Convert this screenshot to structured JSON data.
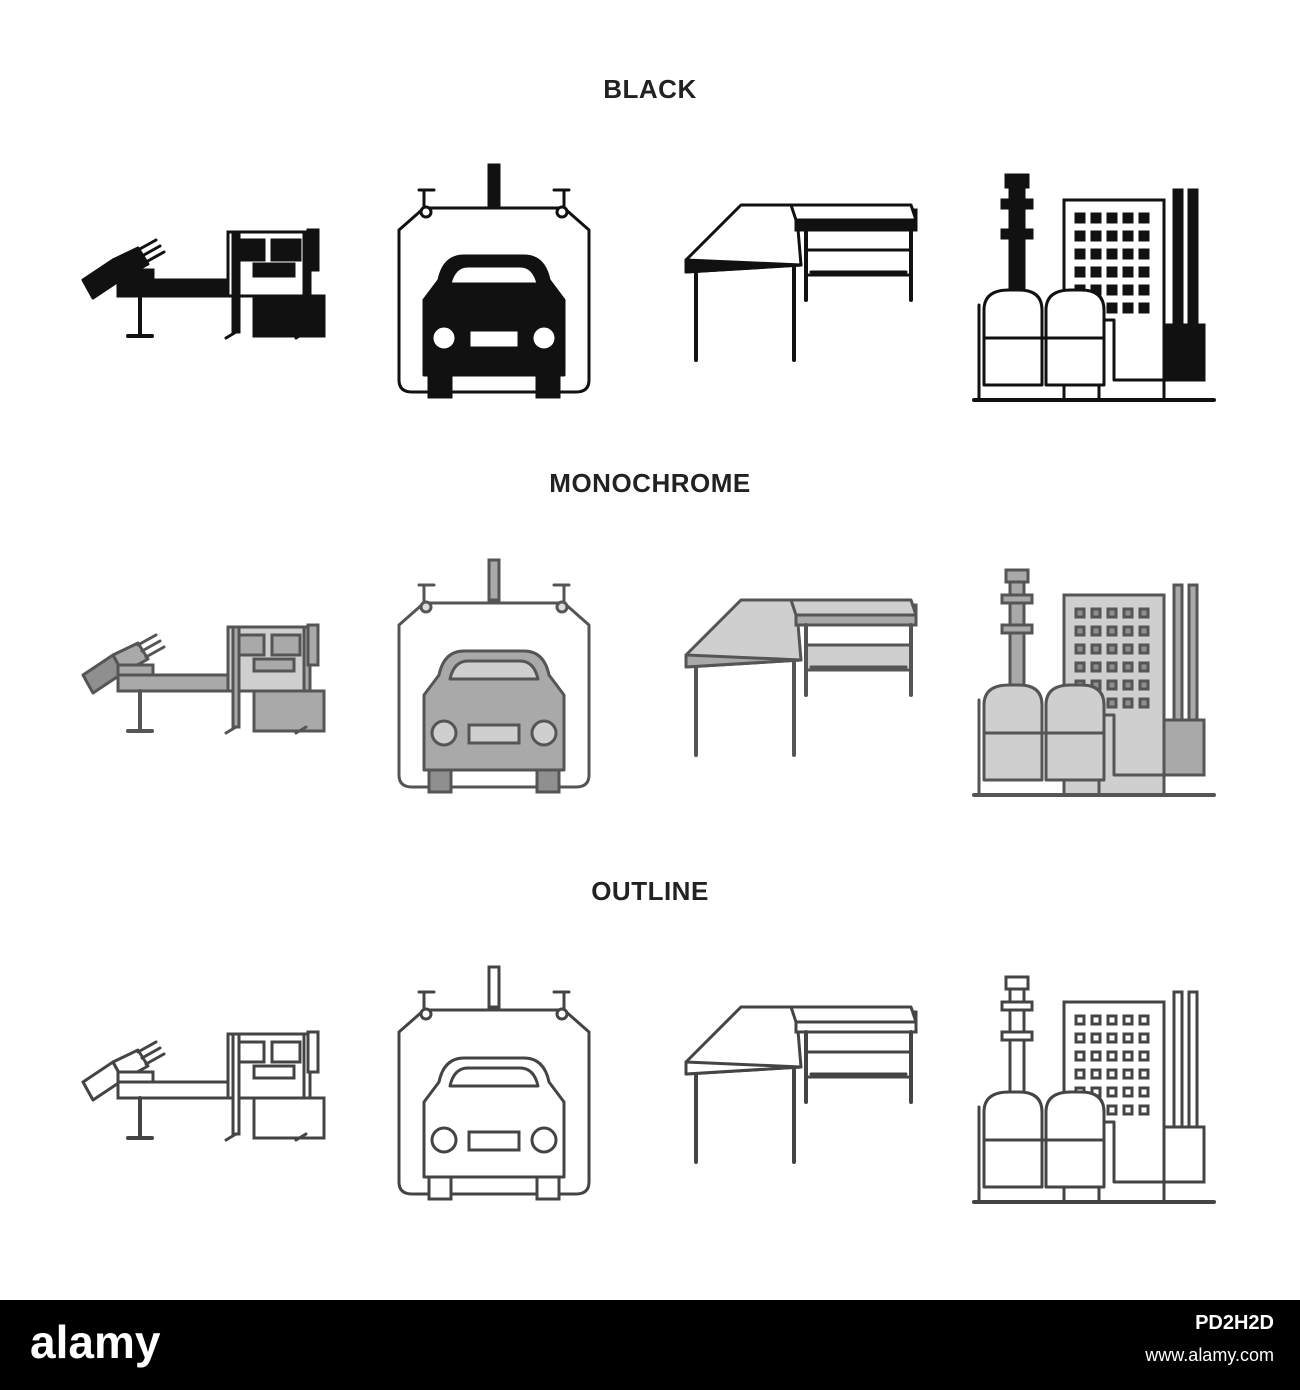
{
  "rows": [
    {
      "title": "BLACK",
      "style": "black",
      "fill": "#111111",
      "stroke": "#111111",
      "bg": "#ffffff"
    },
    {
      "title": "MONOCHROME",
      "style": "monochrome",
      "fill": "#a9a9a9",
      "stroke": "#555555",
      "bg": "#dcdcdc"
    },
    {
      "title": "OUTLINE",
      "style": "outline",
      "fill": "#ffffff",
      "stroke": "#444444",
      "bg": "#ffffff"
    }
  ],
  "icons": [
    {
      "name": "conveyor-machine-icon"
    },
    {
      "name": "car-lift-icon"
    },
    {
      "name": "workbench-table-icon"
    },
    {
      "name": "factory-plant-icon"
    }
  ],
  "footer": {
    "logo_text": "alamy",
    "image_id": "PD2H2D",
    "url": "www.alamy.com",
    "bg": "#000000"
  }
}
